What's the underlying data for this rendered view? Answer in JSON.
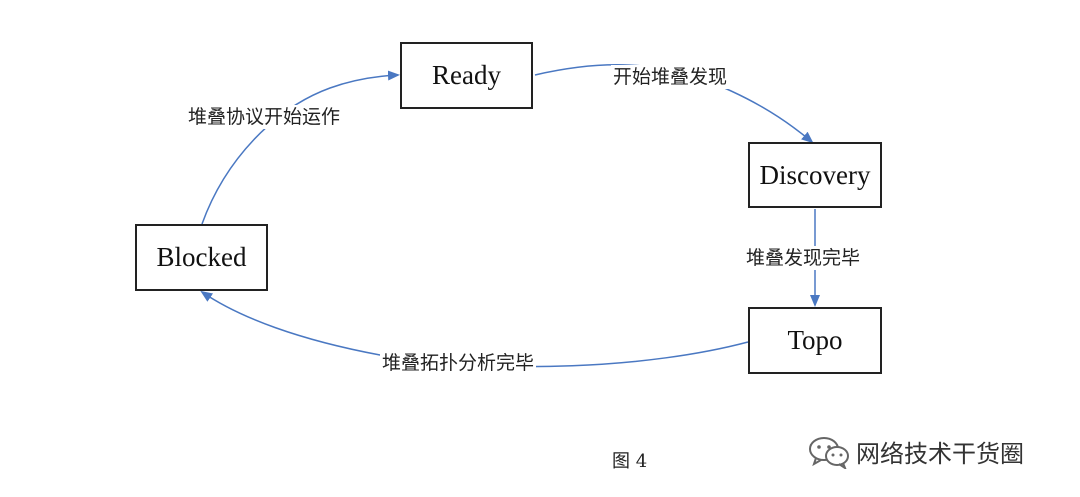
{
  "states": {
    "ready": "Ready",
    "discovery": "Discovery",
    "topo": "Topo",
    "blocked": "Blocked"
  },
  "transitions": {
    "ready_to_discovery": "开始堆叠发现",
    "discovery_to_topo": "堆叠发现完毕",
    "topo_to_blocked": "堆叠拓扑分析完毕",
    "blocked_to_ready": "堆叠协议开始运作"
  },
  "caption": "图 4",
  "watermark": "网络技术干货圈",
  "colors": {
    "edge": "#4a78c2",
    "box_border": "#222222",
    "text": "#111111"
  }
}
